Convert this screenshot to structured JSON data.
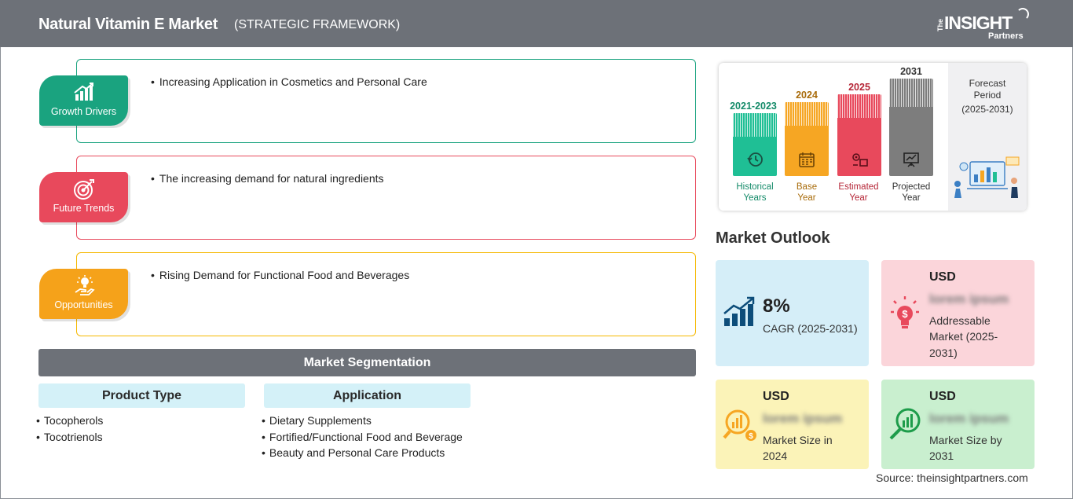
{
  "header": {
    "title": "Natural Vitamin E Market",
    "subtitle": "(STRATEGIC FRAMEWORK)",
    "logo": {
      "the": "The",
      "insight": "INSIGHT",
      "partners": "Partners"
    }
  },
  "framework": [
    {
      "label": "Growth Drivers",
      "text": "Increasing Application in Cosmetics and Personal Care",
      "color": "#1aa37f",
      "icon": "growth-chart-icon"
    },
    {
      "label": "Future Trends",
      "text": "The increasing demand for natural ingredients",
      "color": "#e8495c",
      "icon": "target-icon"
    },
    {
      "label": "Opportunities",
      "text": "Rising Demand for Functional Food and Beverages",
      "color": "#f5a21a",
      "icon": "lightbulb-hand-icon"
    }
  ],
  "segmentation": {
    "title": "Market Segmentation",
    "columns": [
      {
        "heading": "Product Type",
        "items": [
          "Tocopherols",
          "Tocotrienols"
        ]
      },
      {
        "heading": "Application",
        "items": [
          "Dietary Supplements",
          "Fortified/Functional Food and Beverage",
          "Beauty and Personal Care Products"
        ]
      }
    ]
  },
  "timeline": {
    "periods": [
      {
        "year": "2021-2023",
        "label_line1": "Historical",
        "label_line2": "Years",
        "color": "#1fbf95",
        "text_color": "#138a68"
      },
      {
        "year": "2024",
        "label_line1": "Base",
        "label_line2": "Year",
        "color": "#f6a623",
        "text_color": "#a86b0a"
      },
      {
        "year": "2025",
        "label_line1": "Estimated",
        "label_line2": "Year",
        "color": "#e8495c",
        "text_color": "#b52637"
      },
      {
        "year": "2031",
        "label_line1": "Projected",
        "label_line2": "Year",
        "color": "#7d7d7d",
        "text_color": "#333333"
      }
    ],
    "forecast": {
      "line1": "Forecast",
      "line2": "Period",
      "line3": "(2025-2031)"
    }
  },
  "outlook": {
    "title": "Market Outlook",
    "cagr": {
      "value": "8%",
      "label": "CAGR (2025-2031)",
      "bg": "#d5eef8"
    },
    "addressable": {
      "currency": "USD",
      "value": "lorem ipsum",
      "line1": "Addressable",
      "line2": "Market (2025-",
      "line3": "2031)",
      "bg": "#fbd5da"
    },
    "size_2024": {
      "currency": "USD",
      "value": "lorem ipsum",
      "line1": "Market Size in",
      "line2": "2024",
      "bg": "#fbf3b8"
    },
    "size_2031": {
      "currency": "USD",
      "value": "lorem ipsum",
      "line1": "Market Size by",
      "line2": "2031",
      "bg": "#c9efcf"
    }
  },
  "source": "Source: theinsightpartners.com"
}
